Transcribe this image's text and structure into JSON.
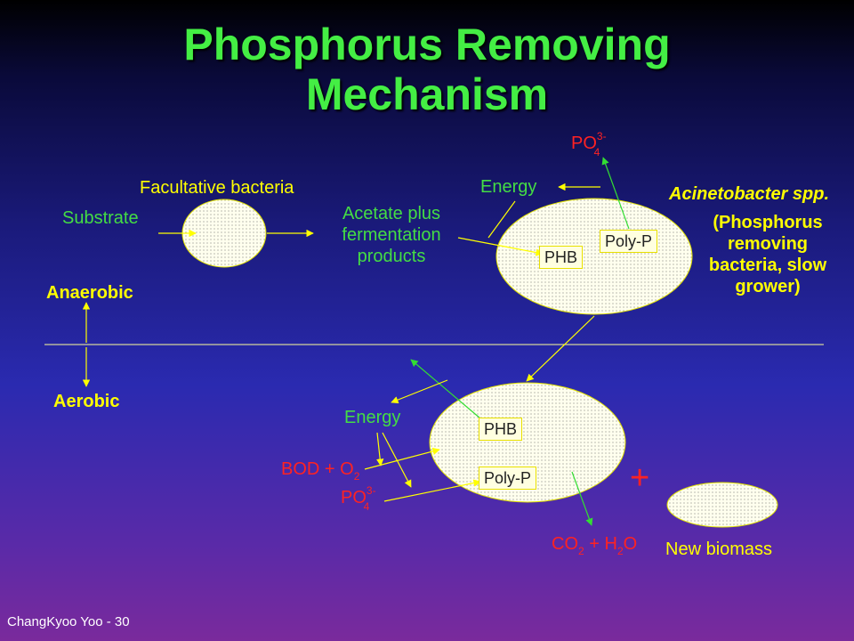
{
  "slide": {
    "title_line1": "Phosphorus Removing",
    "title_line2": "Mechanism",
    "footer": "ChangKyoo Yoo - 30"
  },
  "labels": {
    "facultative": "Facultative bacteria",
    "substrate": "Substrate",
    "acetate_l1": "Acetate plus",
    "acetate_l2": "fermentation",
    "acetate_l3": "products",
    "energy_top": "Energy",
    "acinetobacter": "Acinetobacter spp.",
    "phos_l1": "(Phosphorus",
    "phos_l2": "removing",
    "phos_l3": "bacteria, slow",
    "phos_l4": "grower)",
    "anaerobic": "Anaerobic",
    "aerobic": "Aerobic",
    "energy_bottom": "Energy",
    "phb": "PHB",
    "polyp": "Poly-P",
    "bod": "BOD + O",
    "bod_sub": "2",
    "po": "PO",
    "po_sub": "4",
    "po_sup": "3-",
    "co2": "CO",
    "co2_sub": "2",
    "plus_h": " + H",
    "h2o_sub": "2",
    "h2o_o": "O",
    "plus": "+",
    "new_biomass": "New biomass"
  },
  "colors": {
    "title": "#44ee44",
    "green_text": "#44dd44",
    "red_text": "#ff2222",
    "yellow_text": "#ffff00",
    "arrow_yellow": "#ffff00",
    "arrow_green": "#33dd33",
    "cell_fill": "#ffffe8"
  }
}
